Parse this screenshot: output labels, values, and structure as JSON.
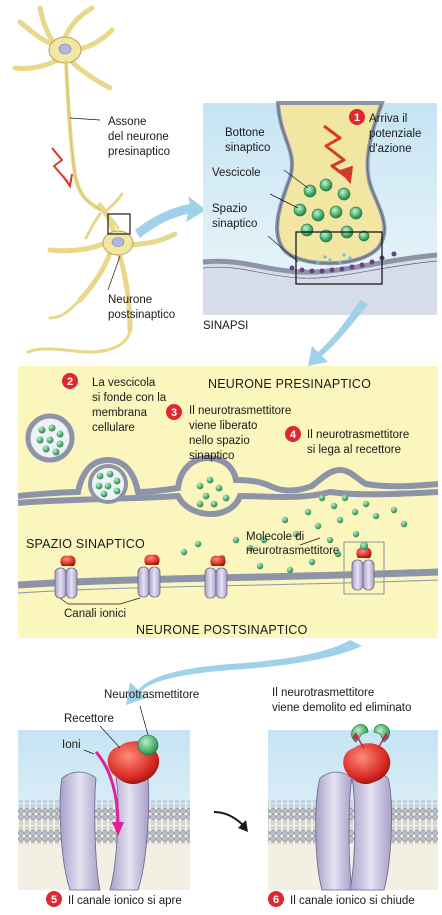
{
  "labels": {
    "axon_line1": "Assone",
    "axon_line2": "del neurone",
    "axon_line3": "presinaptico",
    "post_line1": "Neurone",
    "post_line2": "postsinaptico",
    "sinapsi": "SINAPSI",
    "bottone_line1": "Bottone",
    "bottone_line2": "sinaptico",
    "vescicole": "Vescicole",
    "spazio_line1": "Spazio",
    "spazio_line2": "sinaptico",
    "neurone_presinaptico": "NEURONE PRESINAPTICO",
    "spazio_sinaptico": "SPAZIO SINAPTICO",
    "molecole_line1": "Molecole di",
    "molecole_line2": "neurotrasmettitore",
    "canali_ionici": "Canali ionici",
    "neurone_postsinaptico": "NEURONE POSTSINAPTICO",
    "neurotrasmettitore": "Neurotrasmettitore",
    "recettore": "Recettore",
    "ioni": "Ioni",
    "demolito_line1": "Il neurotrasmettitore",
    "demolito_line2": "viene demolito ed eliminato"
  },
  "steps": [
    {
      "num": "1",
      "line1": "Arriva il",
      "line2": "potenziale",
      "line3": "d'azione"
    },
    {
      "num": "2",
      "line1": "La vescicola",
      "line2": "si fonde con la",
      "line3": "membrana",
      "line4": "cellulare"
    },
    {
      "num": "3",
      "line1": "Il neurotrasmettitore",
      "line2": "viene liberato",
      "line3": "nello spazio",
      "line4": "sinaptico"
    },
    {
      "num": "4",
      "line1": "Il neurotrasmettitore",
      "line2": "si lega al recettore"
    },
    {
      "num": "5",
      "line1": "Il canale ionico si apre"
    },
    {
      "num": "6",
      "line1": "Il canale ionico si chiude"
    }
  ],
  "colors": {
    "panel_bg": "#fbf6bd",
    "sky": "#d8ecf6",
    "neuron": "#f2e6a3",
    "membrane": "#8d94a8",
    "vesicle_fill": "#4fb772",
    "badge": "#e0262e",
    "channel": "#c9c3de",
    "receptor": "#d72e2a",
    "arrow": "#9fd1e8"
  }
}
